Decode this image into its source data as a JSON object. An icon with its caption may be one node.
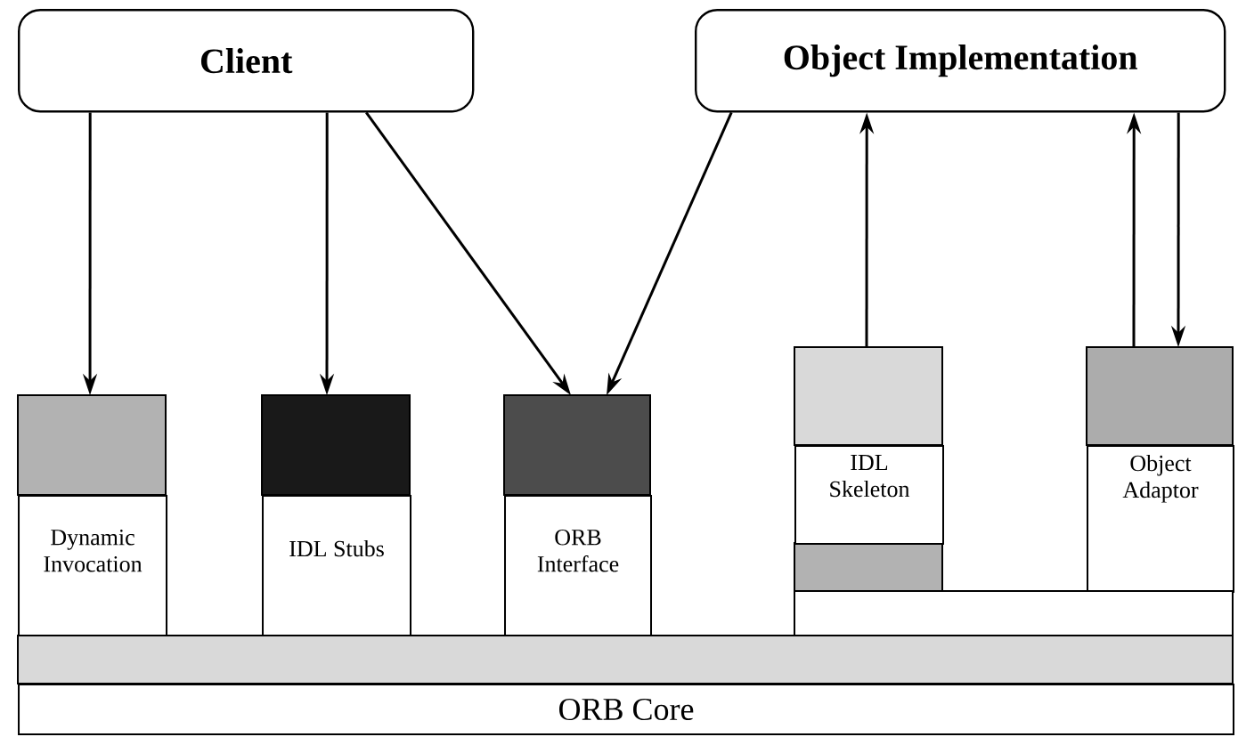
{
  "diagram": {
    "nodes": [
      {
        "text": [
          "Client"
        ]
      },
      {
        "text": [
          "Object Implementation"
        ]
      },
      {
        "text": [
          "Dynamic Invocation"
        ]
      },
      {
        "text": [
          "IDL Stubs"
        ]
      },
      {
        "text": [
          "ORB Interface"
        ]
      },
      {
        "text": [
          "IDL Skeleton"
        ]
      },
      {
        "text": [
          "Object Adaptor"
        ]
      },
      {
        "text": [
          "ORB Core"
        ]
      }
    ],
    "edges": [
      {
        "from": 0,
        "to": 2,
        "arrow": "to"
      },
      {
        "from": 0,
        "to": 3,
        "arrow": "to"
      },
      {
        "from": 0,
        "to": 4,
        "arrow": "to"
      },
      {
        "from": 1,
        "to": 4,
        "arrow": "to"
      },
      {
        "from": 5,
        "to": 1,
        "arrow": "to"
      },
      {
        "from": 6,
        "to": 1,
        "arrow": "to"
      },
      {
        "from": 1,
        "to": 6,
        "arrow": "to"
      }
    ]
  }
}
